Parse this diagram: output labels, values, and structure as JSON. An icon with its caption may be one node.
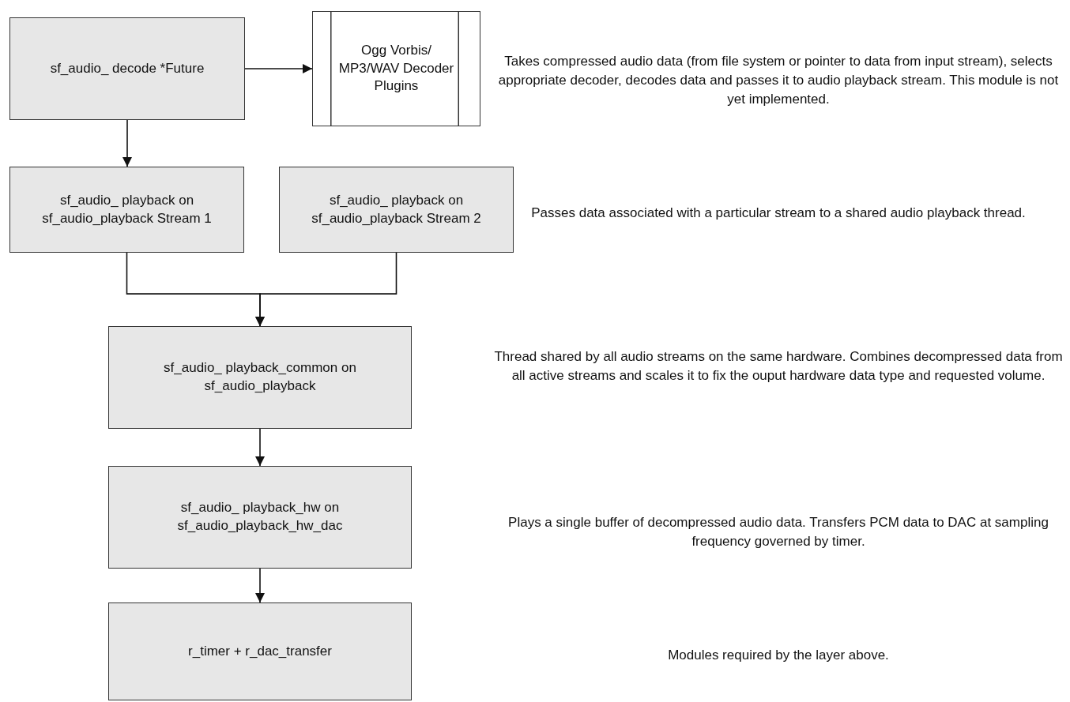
{
  "diagram": {
    "nodes": [
      {
        "text": [
          "sf_audio_ decode *Future"
        ]
      },
      {
        "text": [
          "Ogg Vorbis/ MP3/WAV Decoder Plugins"
        ]
      },
      {
        "text": [
          "sf_audio_ playback on sf_audio_playback Stream 1"
        ]
      },
      {
        "text": [
          "sf_audio_ playback on sf_audio_playback Stream 2"
        ]
      },
      {
        "text": [
          "sf_audio_ playback_common on sf_audio_playback"
        ]
      },
      {
        "text": [
          "sf_audio_ playback_hw on sf_audio_playback_hw_dac"
        ]
      },
      {
        "text": [
          "r_timer + r_dac_transfer"
        ]
      }
    ],
    "edges": [
      {
        "from": 0,
        "to": 1,
        "arrow": "to"
      },
      {
        "from": 0,
        "to": 2,
        "arrow": "to"
      },
      {
        "from": 2,
        "to": 4,
        "arrow": "to"
      },
      {
        "from": 3,
        "to": 4,
        "arrow": "to"
      },
      {
        "from": 4,
        "to": 5,
        "arrow": "to"
      },
      {
        "from": 5,
        "to": 6,
        "arrow": "to"
      }
    ],
    "labels": [
      "Takes compressed audio data (from file system or pointer to data from input stream), selects appropriate decoder, decodes data and passes it to audio playback stream. This module is not yet implemented.",
      "Passes data associated with a particular stream to a shared audio playback thread.",
      "Thread shared by all audio streams on the same hardware. Combines decompressed data from all active streams and scales it to fix the ouput hardware data type and requested volume.",
      "Plays a single buffer of decompressed audio data. Transfers PCM data to DAC at sampling frequency governed by timer.",
      "Modules required by the layer above."
    ]
  }
}
